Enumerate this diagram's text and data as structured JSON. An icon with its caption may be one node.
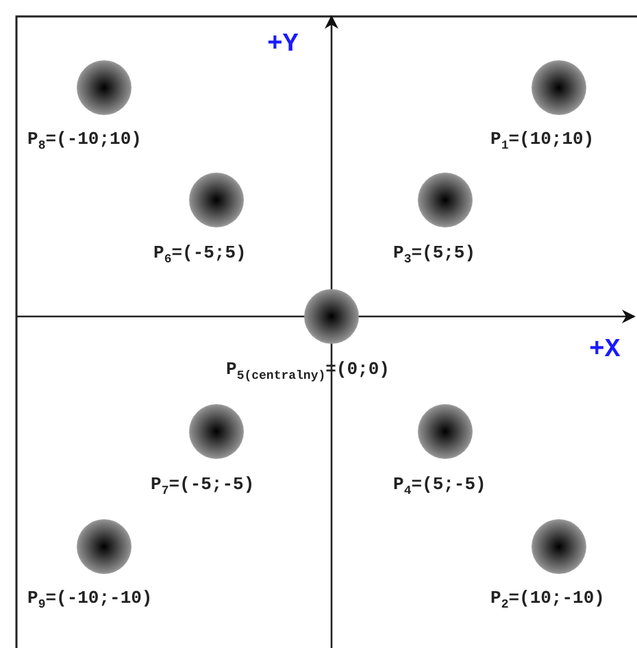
{
  "diagram": {
    "nodes": [
      {
        "text": [],
        "shape": "circle",
        "beside": [
          "P$_{8}$=(-10;10)"
        ]
      },
      {
        "text": [],
        "shape": "circle",
        "beside": [
          "P$_{1}$=(10;10)"
        ]
      },
      {
        "text": [],
        "shape": "circle",
        "beside": [
          "P$_{6}$=(-5;5)"
        ]
      },
      {
        "text": [],
        "shape": "circle",
        "beside": [
          "P$_{3}$=(5;5)"
        ]
      },
      {
        "text": [],
        "shape": "circle",
        "beside": [
          "P$_{5(centralny)}$=(0;0)"
        ]
      },
      {
        "text": [],
        "shape": "circle",
        "beside": [
          "P$_{7}$=(-5;-5)"
        ]
      },
      {
        "text": [],
        "shape": "circle",
        "beside": [
          "P$_{4}$=(5;-5)"
        ]
      },
      {
        "text": [],
        "shape": "circle",
        "beside": [
          "P$_{9}$=(-10;-10)"
        ]
      },
      {
        "text": [],
        "shape": "circle",
        "beside": [
          "P$_{2}$=(10;-10)"
        ]
      }
    ],
    "labels": [
      "+Y",
      "+X"
    ]
  }
}
